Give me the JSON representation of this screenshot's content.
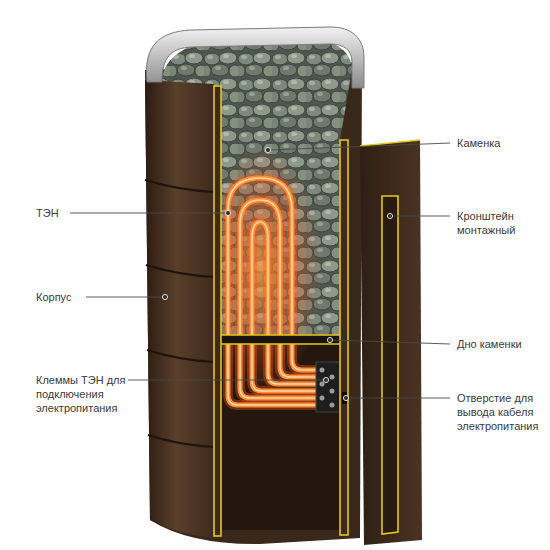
{
  "diagram": {
    "labels": [
      "Каменка",
      "ТЭН",
      "Кронштейн монтажный",
      "Корпус",
      "Клеммы ТЭН для подключения электропитания",
      "Дно каменки",
      "Отверстие для вывода кабеля электропитания"
    ]
  }
}
